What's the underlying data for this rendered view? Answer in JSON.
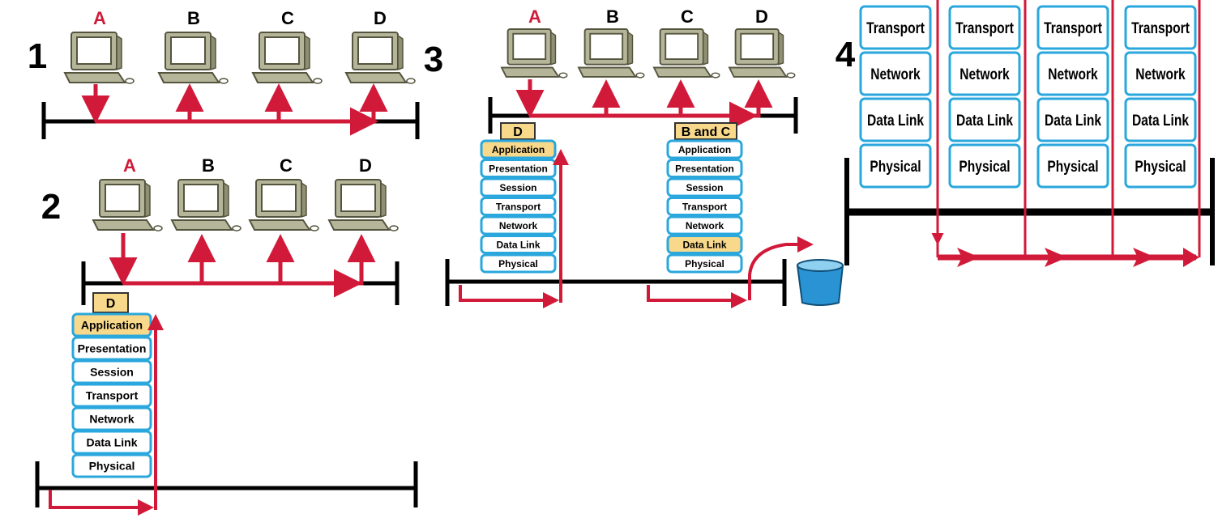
{
  "panels": [
    {
      "number": "1",
      "nodes": [
        "A",
        "B",
        "C",
        "D"
      ]
    },
    {
      "number": "2",
      "nodes": [
        "A",
        "B",
        "C",
        "D"
      ],
      "tag": "D",
      "layers": [
        "Application",
        "Presentation",
        "Session",
        "Transport",
        "Network",
        "Data Link",
        "Physical"
      ],
      "highlight": "Application"
    },
    {
      "number": "3",
      "nodes": [
        "A",
        "B",
        "C",
        "D"
      ],
      "stacks": [
        {
          "tag": "D",
          "layers": [
            "Application",
            "Presentation",
            "Session",
            "Transport",
            "Network",
            "Data Link",
            "Physical"
          ],
          "highlight": "Application"
        },
        {
          "tag": "B and C",
          "layers": [
            "Application",
            "Presentation",
            "Session",
            "Transport",
            "Network",
            "Data Link",
            "Physical"
          ],
          "highlight": "Data Link"
        }
      ],
      "bin": "trash-bin-icon"
    },
    {
      "number": "4",
      "layers": [
        "Transport",
        "Network",
        "Data Link",
        "Physical"
      ],
      "columns": 4
    }
  ],
  "colors": {
    "arrow": "#d11a3a",
    "cable": "#000000",
    "layer_border": "#2aa7dc",
    "layer_fill": "#ffffff",
    "highlight_fill": "#f8d88a",
    "tag_fill": "#f8d88a",
    "sender_label": "#d11a3a",
    "label": "#000000",
    "computer": "#b5b59a",
    "bin": "#2a93d3"
  }
}
